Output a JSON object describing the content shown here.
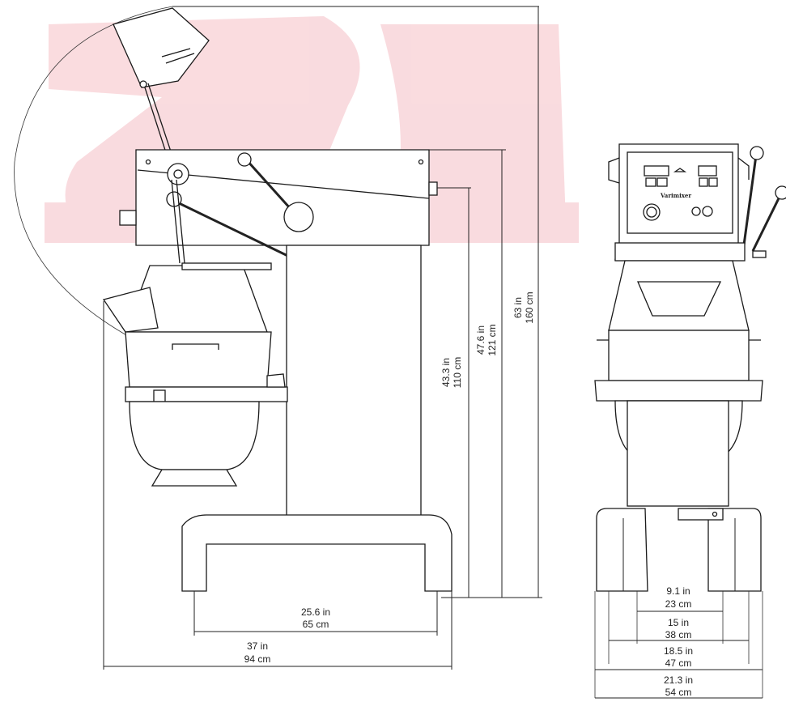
{
  "watermark_color": "#f9d8dc",
  "line_color": "#1a1a1a",
  "panel_brand": "Varimixer",
  "dimensions": {
    "total_height": {
      "imperial": "63 in",
      "metric": "160 cm"
    },
    "frame_height": {
      "imperial": "47.6 in",
      "metric": "121 cm"
    },
    "bowl_height": {
      "imperial": "43.3 in",
      "metric": "110 cm"
    },
    "side_inner_width": {
      "imperial": "25.6 in",
      "metric": "65 cm"
    },
    "side_outer_width": {
      "imperial": "37 in",
      "metric": "94 cm"
    },
    "front_inner_feet": {
      "imperial": "9.1 in",
      "metric": "23 cm"
    },
    "front_feet": {
      "imperial": "15 in",
      "metric": "38 cm"
    },
    "front_base": {
      "imperial": "18.5 in",
      "metric": "47 cm"
    },
    "front_total": {
      "imperial": "21.3 in",
      "metric": "54 cm"
    }
  }
}
